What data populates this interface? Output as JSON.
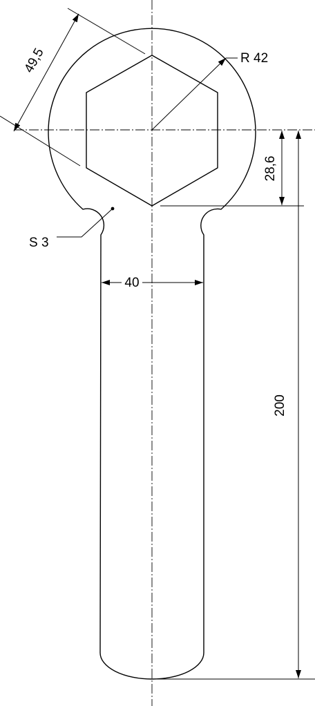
{
  "dimensions": {
    "across_flats": "49,5",
    "head_radius": "R 42",
    "center_to_flat": "28,6",
    "handle_width": "40",
    "total_length": "200",
    "thickness": "S 3"
  }
}
